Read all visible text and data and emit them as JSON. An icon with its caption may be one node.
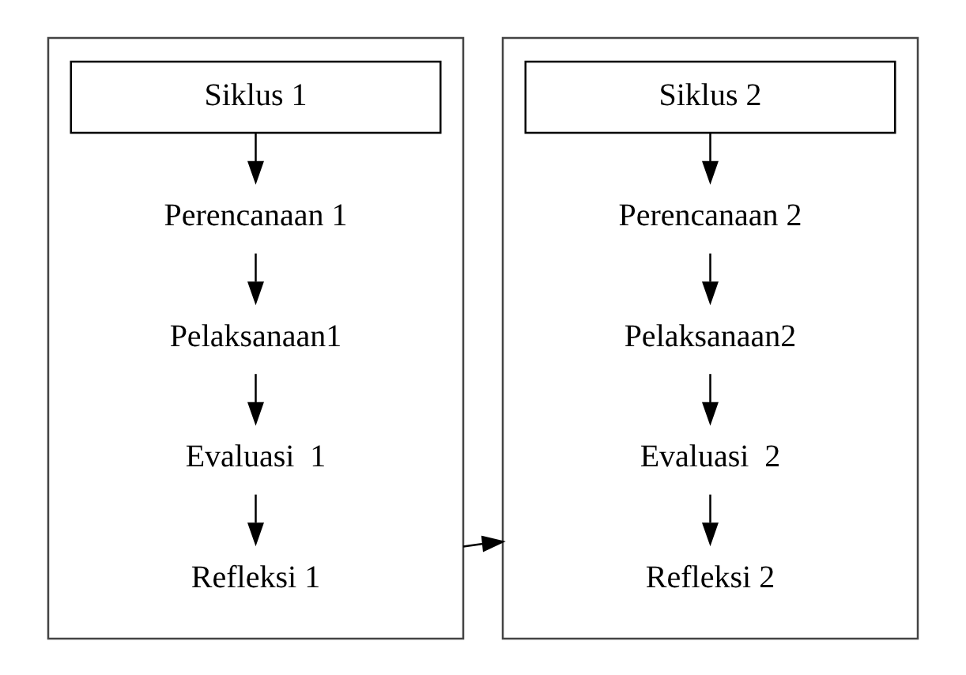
{
  "diagram": {
    "nodes": [
      {
        "text": [],
        "shape": "box"
      },
      {
        "text": [
          "Siklus 1"
        ],
        "in": 0
      },
      {
        "text": [
          "Perencanaan 1"
        ],
        "in": 0
      },
      {
        "text": [
          "Pelaksanaan1"
        ],
        "in": 0
      },
      {
        "text": [
          "Evaluasi  1"
        ],
        "in": 0
      },
      {
        "text": [
          "Refleksi 1"
        ],
        "in": 0
      },
      {
        "text": [],
        "shape": "box"
      },
      {
        "text": [
          "Siklus 2"
        ],
        "in": 6
      },
      {
        "text": [
          "Perencanaan 2"
        ],
        "in": 6
      },
      {
        "text": [
          "Pelaksanaan2"
        ],
        "in": 6
      },
      {
        "text": [
          "Evaluasi  2"
        ],
        "in": 6
      },
      {
        "text": [
          "Refleksi 2"
        ],
        "in": 6
      }
    ],
    "edges": [
      {
        "from": 1,
        "to": 2,
        "arrow": "to"
      },
      {
        "from": 2,
        "to": 3,
        "arrow": "to"
      },
      {
        "from": 3,
        "to": 4,
        "arrow": "to"
      },
      {
        "from": 4,
        "to": 5,
        "arrow": "to"
      },
      {
        "from": 0,
        "to": 6,
        "arrow": "to"
      },
      {
        "from": 7,
        "to": 8,
        "arrow": "to"
      },
      {
        "from": 8,
        "to": 9,
        "arrow": "to"
      },
      {
        "from": 9,
        "to": 10,
        "arrow": "to"
      },
      {
        "from": 10,
        "to": 11,
        "arrow": "to"
      }
    ]
  }
}
